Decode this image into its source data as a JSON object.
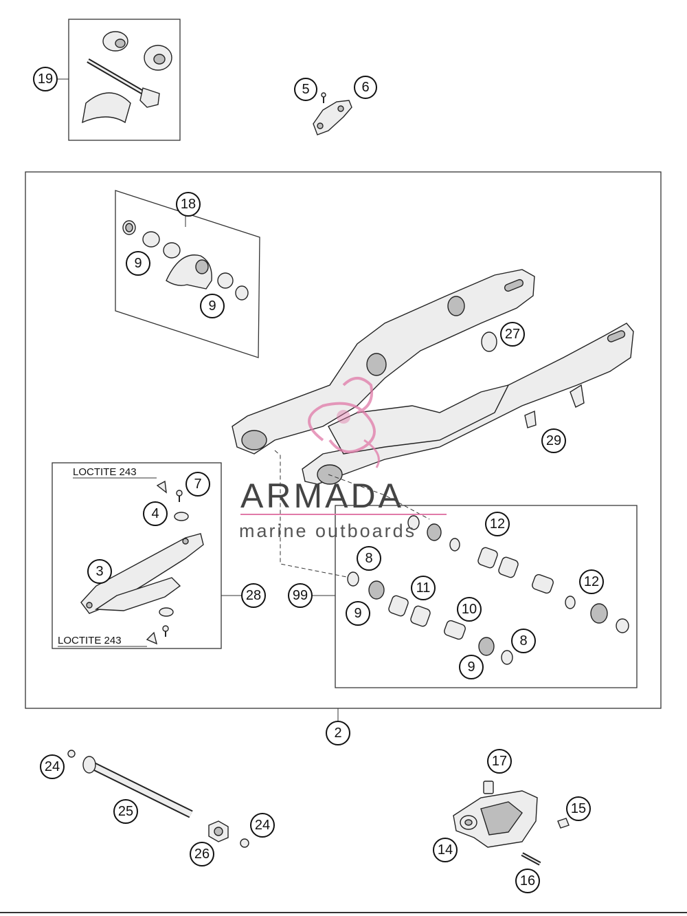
{
  "diagram": {
    "callouts": [
      {
        "id": "c19",
        "label": "19"
      },
      {
        "id": "c5",
        "label": "5"
      },
      {
        "id": "c6",
        "label": "6"
      },
      {
        "id": "c18",
        "label": "18"
      },
      {
        "id": "c9a",
        "label": "9"
      },
      {
        "id": "c9b",
        "label": "9"
      },
      {
        "id": "c27",
        "label": "27"
      },
      {
        "id": "c29",
        "label": "29"
      },
      {
        "id": "c7",
        "label": "7"
      },
      {
        "id": "c4",
        "label": "4"
      },
      {
        "id": "c3",
        "label": "3"
      },
      {
        "id": "c28",
        "label": "28"
      },
      {
        "id": "c99",
        "label": "99"
      },
      {
        "id": "c12a",
        "label": "12"
      },
      {
        "id": "c8a",
        "label": "8"
      },
      {
        "id": "c11",
        "label": "11"
      },
      {
        "id": "c9c",
        "label": "9"
      },
      {
        "id": "c10",
        "label": "10"
      },
      {
        "id": "c12b",
        "label": "12"
      },
      {
        "id": "c8b",
        "label": "8"
      },
      {
        "id": "c9d",
        "label": "9"
      },
      {
        "id": "c2",
        "label": "2"
      },
      {
        "id": "c24a",
        "label": "24"
      },
      {
        "id": "c25",
        "label": "25"
      },
      {
        "id": "c24b",
        "label": "24"
      },
      {
        "id": "c26",
        "label": "26"
      },
      {
        "id": "c17",
        "label": "17"
      },
      {
        "id": "c15",
        "label": "15"
      },
      {
        "id": "c14",
        "label": "14"
      },
      {
        "id": "c16",
        "label": "16"
      }
    ],
    "notes": {
      "loctite_top": "LOCTITE 243",
      "loctite_bottom": "LOCTITE 243"
    }
  },
  "watermark": {
    "title": "ARMADA",
    "subtitle": "marine outboards",
    "accent_color": "#e07aa8"
  }
}
